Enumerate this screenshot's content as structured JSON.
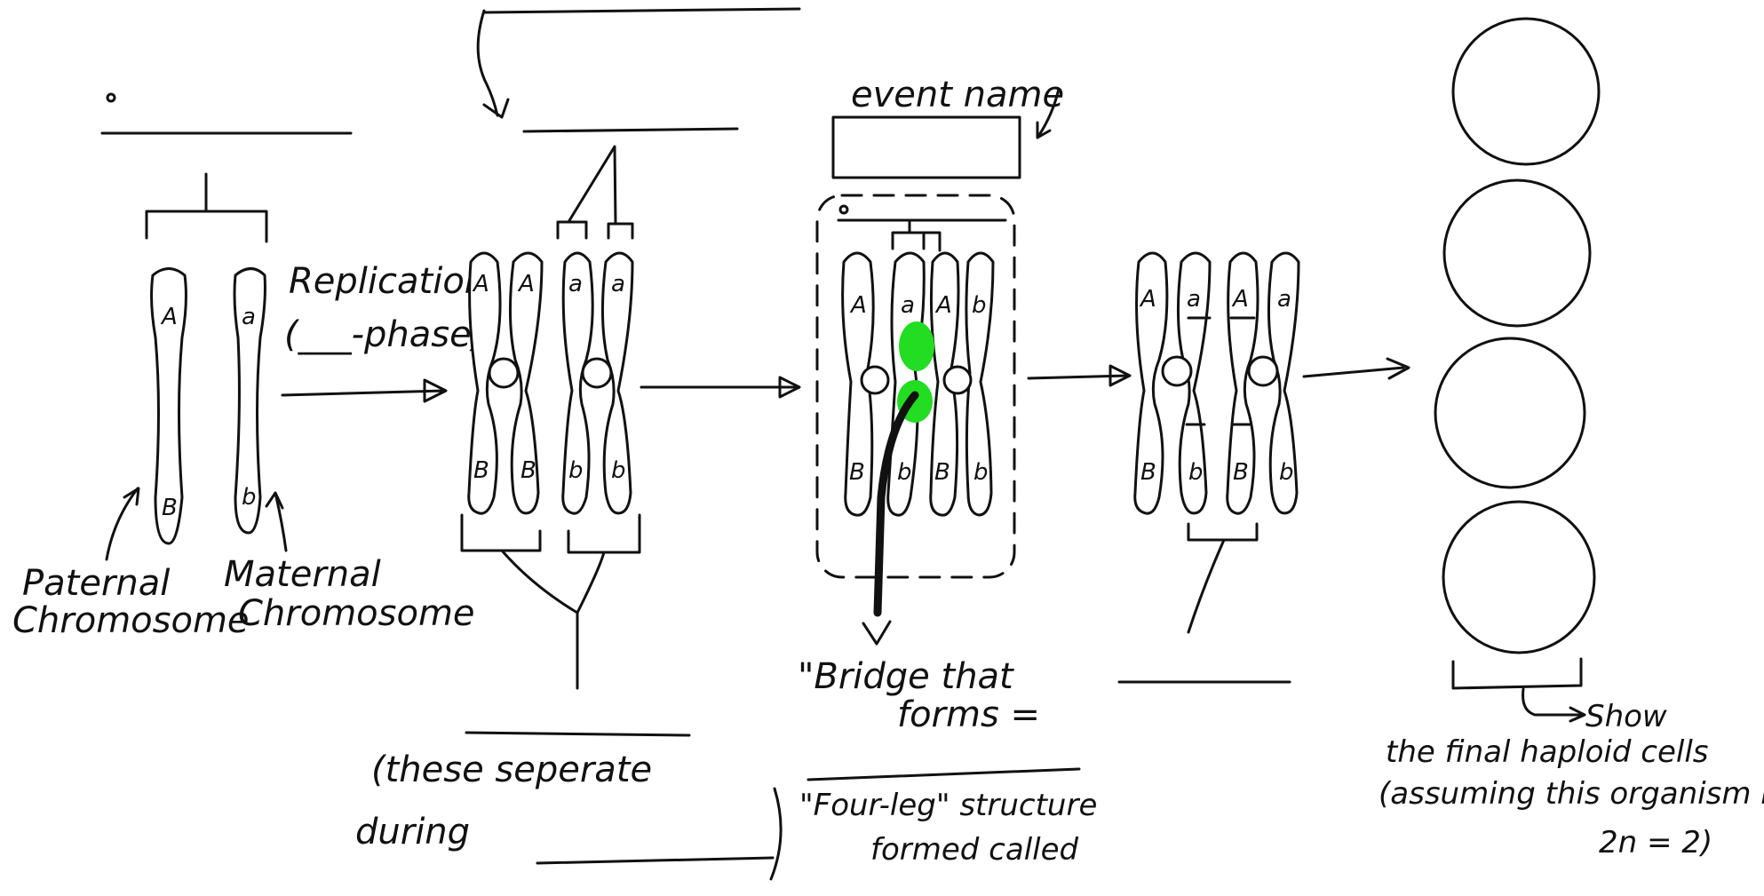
{
  "labels": {
    "replication": "Replication",
    "phase": "(___-phase)",
    "paternal_line1": "Paternal",
    "paternal_line2": "Chromosome",
    "maternal_line1": "Maternal",
    "maternal_line2": "Chromosome",
    "event_name": "event name",
    "these_separate_line1": "(these seperate",
    "these_separate_line2": "during",
    "bridge_line1": "\"Bridge that",
    "bridge_line2": "forms =",
    "four_leg_line1": "\"Four-leg\" structure",
    "four_leg_line2": "formed called",
    "show_line1": "Show",
    "show_line2": "the final haploid cells",
    "show_line3": "(assuming this organism is",
    "show_line4": "2n = 2)"
  },
  "alleles": {
    "upper_dominant": "A",
    "upper_recessive": "a",
    "lower_dominant": "B",
    "lower_recessive": "b"
  },
  "colors": {
    "ink": "#111111",
    "crossover": "#22dd22",
    "background": "#ffffff"
  },
  "final_cells_count": 4
}
